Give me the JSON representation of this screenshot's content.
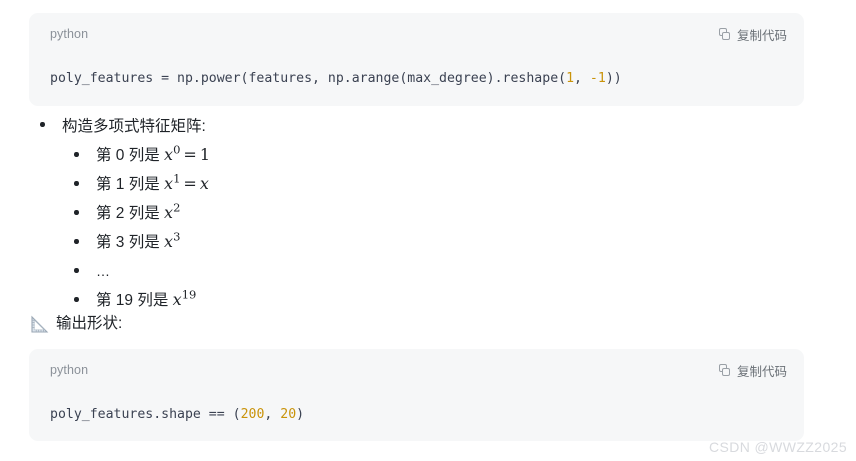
{
  "code_blocks": [
    {
      "language_label": "python",
      "copy_label": "复制代码",
      "copy_icon": "copy-icon",
      "segments": [
        {
          "text": "poly_features = np.power(features, np.arange(max_degree).reshape(",
          "kind": "plain"
        },
        {
          "text": "1",
          "kind": "number"
        },
        {
          "text": ", ",
          "kind": "plain"
        },
        {
          "text": "-1",
          "kind": "number"
        },
        {
          "text": "))",
          "kind": "plain"
        }
      ],
      "code_plain": "poly_features = np.power(features, np.arange(max_degree).reshape(1, -1))"
    },
    {
      "language_label": "python",
      "copy_label": "复制代码",
      "copy_icon": "copy-icon",
      "segments": [
        {
          "text": "poly_features.shape == (",
          "kind": "plain"
        },
        {
          "text": "200",
          "kind": "number"
        },
        {
          "text": ", ",
          "kind": "plain"
        },
        {
          "text": "20",
          "kind": "number"
        },
        {
          "text": ")",
          "kind": "plain"
        }
      ],
      "code_plain": "poly_features.shape == (200, 20)"
    }
  ],
  "list": {
    "top_item": "构造多项式特征矩阵:",
    "sub_items": [
      {
        "prefix": "第 0 列是 ",
        "base": "x",
        "exponent": "0",
        "operator": "=",
        "rhs": "1",
        "rhs_italic": false,
        "is_ellipsis": false
      },
      {
        "prefix": "第 1 列是 ",
        "base": "x",
        "exponent": "1",
        "operator": "=",
        "rhs": "x",
        "rhs_italic": true,
        "is_ellipsis": false
      },
      {
        "prefix": "第 2 列是 ",
        "base": "x",
        "exponent": "2",
        "operator": "",
        "rhs": "",
        "rhs_italic": false,
        "is_ellipsis": false
      },
      {
        "prefix": "第 3 列是 ",
        "base": "x",
        "exponent": "3",
        "operator": "",
        "rhs": "",
        "rhs_italic": false,
        "is_ellipsis": false
      },
      {
        "prefix": "",
        "base": "",
        "exponent": "",
        "operator": "",
        "rhs": "",
        "rhs_italic": false,
        "is_ellipsis": true,
        "ellipsis_text": "…"
      },
      {
        "prefix": "第 19 列是 ",
        "base": "x",
        "exponent": "19",
        "operator": "",
        "rhs": "",
        "rhs_italic": false,
        "is_ellipsis": false
      }
    ]
  },
  "shape_section": {
    "icon": "triangular-ruler-icon",
    "text": "输出形状:"
  },
  "watermark": {
    "text": "CSDN @WWZZ2025"
  },
  "colors": {
    "code_bg": "#f6f7f8",
    "code_text": "#3b4252",
    "number_token": "#c9930a",
    "lang_label": "#8b9199",
    "body_text": "#1f2328",
    "watermark": "#d8dade"
  }
}
